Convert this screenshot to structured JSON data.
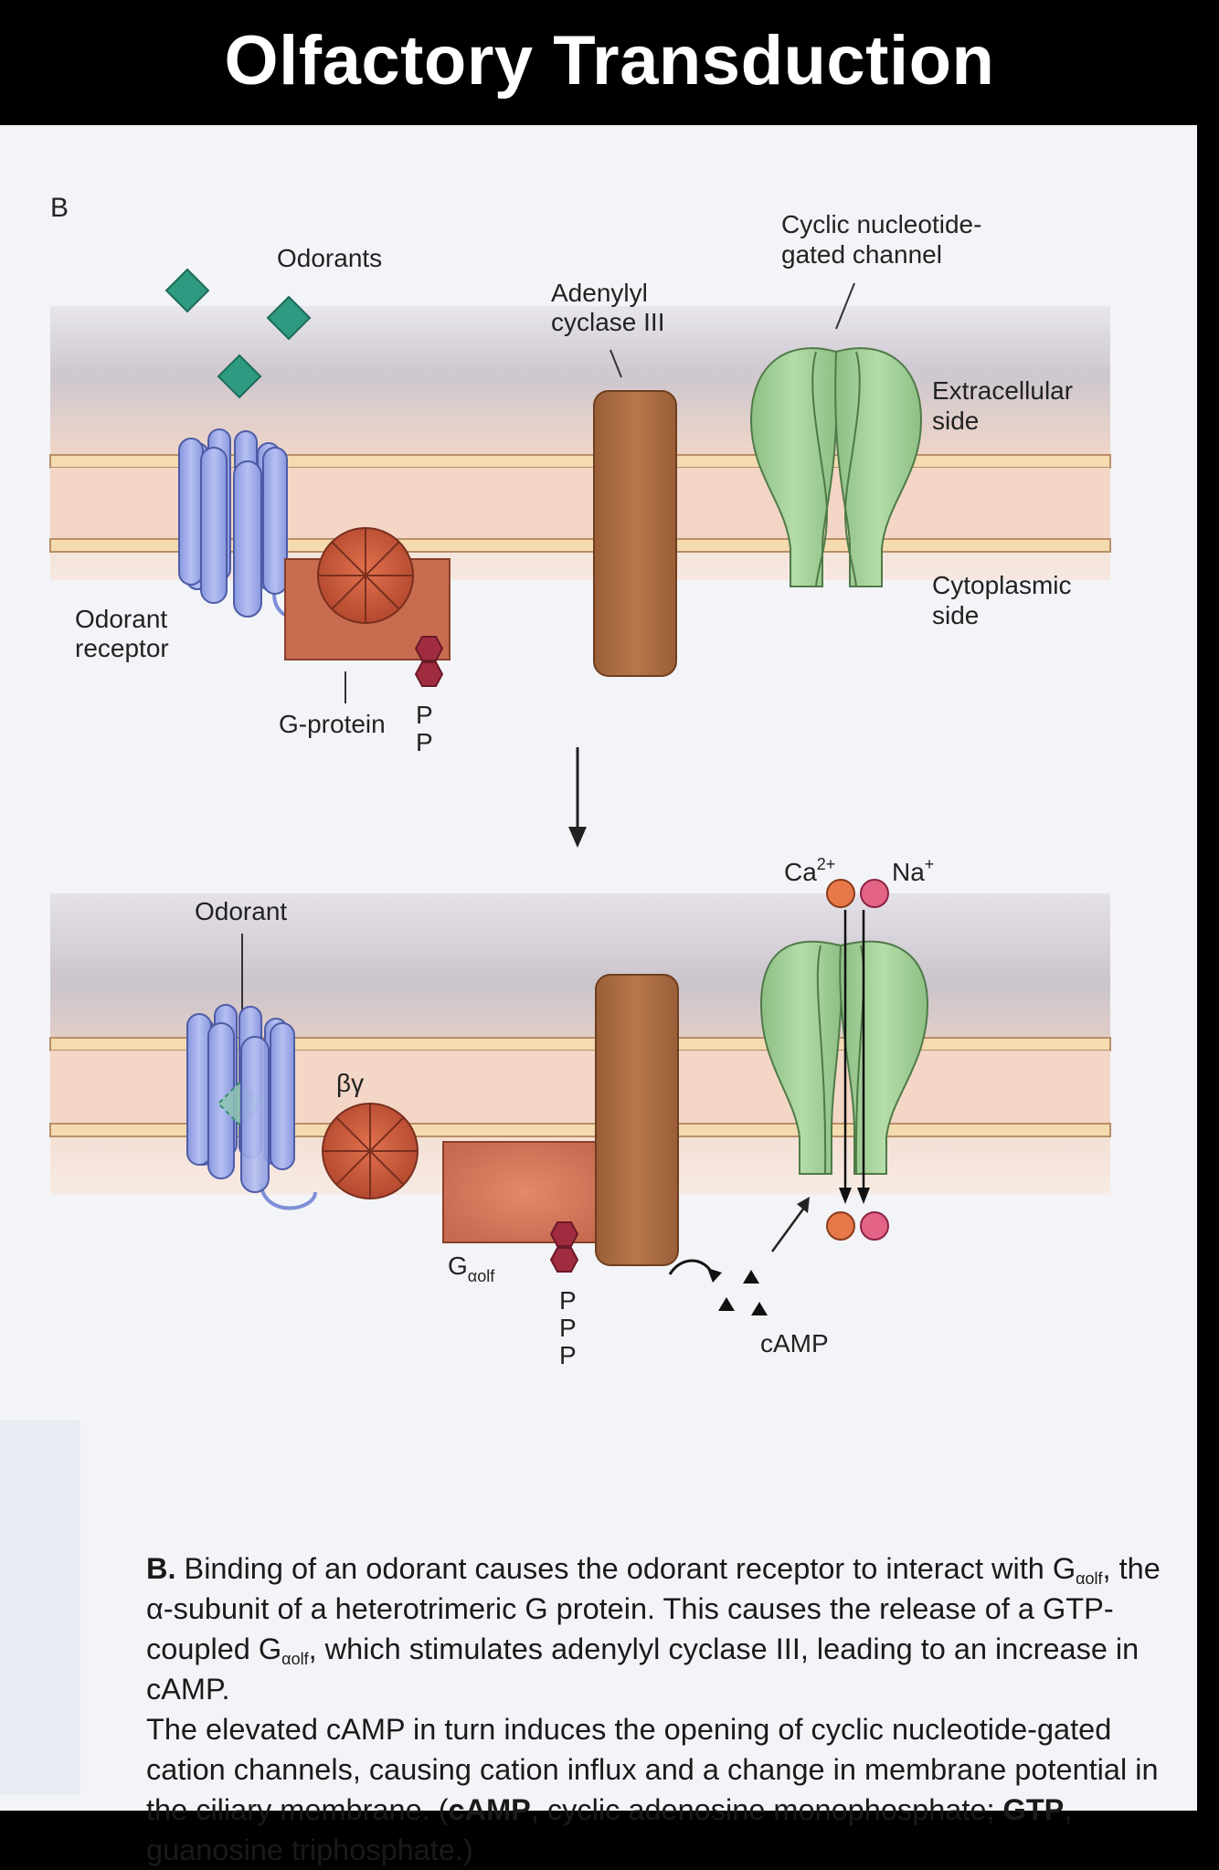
{
  "title": "Olfactory Transduction",
  "figure": {
    "panel_letter": "B",
    "top": {
      "odorants_label": "Odorants",
      "adenylyl_label_1": "Adenylyl",
      "adenylyl_label_2": "cyclase III",
      "channel_label_1": "Cyclic nucleotide-",
      "channel_label_2": "gated channel",
      "extracellular_1": "Extracellular",
      "extracellular_2": "side",
      "cytoplasmic_1": "Cytoplasmic",
      "cytoplasmic_2": "side",
      "receptor_1": "Odorant",
      "receptor_2": "receptor",
      "gprotein_label": "G-protein",
      "p1": "P",
      "p2": "P"
    },
    "bottom": {
      "odorant_label": "Odorant",
      "beta_gamma": "βγ",
      "ca_base": "Ca",
      "ca_sup": "2+",
      "na_base": "Na",
      "na_sup": "+",
      "g_base": "G",
      "g_sub": "αolf",
      "p1": "P",
      "p2": "P",
      "p3": "P",
      "camp_label": "cAMP"
    },
    "colors": {
      "odorant": "#2f9a82",
      "receptor": "#9aa8e6",
      "gprotein": "#c6624a",
      "cyclase": "#a9693f",
      "channel": "#9fd095",
      "phosphate": "#a02c3f",
      "calcium": "#e6784a",
      "sodium": "#e36486"
    }
  },
  "caption": {
    "b_label": "B.",
    "t1": " Binding of an odorant causes the odorant receptor to interact with G",
    "g1_sub": "αolf",
    "t2": ", the α-subunit of a heterotrimeric G protein. This causes the release of a GTP-coupled G",
    "g2_sub": "αolf",
    "t3": ", which stimu­lates adenylyl cyclase III, leading to an increase in cAMP.",
    "t4": "The elevated cAMP in turn induces the opening of cyclic nucle­otide-gated cation channels, causing cation influx and a change in membrane potential in the ciliary membrane. (",
    "camp_term": "cAMP",
    "t5": ", cyclic adenosine monophosphate; ",
    "gtp_term": "GTP",
    "t6": ", guanosine triphosphate.)"
  }
}
